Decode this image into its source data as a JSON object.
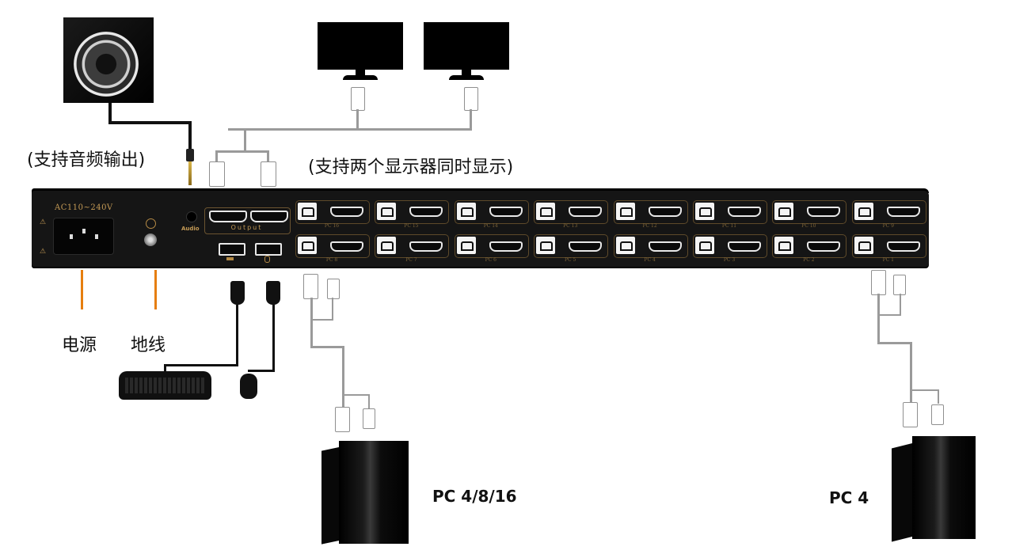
{
  "diagram": {
    "title": "KVM switch connection diagram",
    "annotations": {
      "audio_support": "(支持音频输出)",
      "dual_display_support": "(支持两个显示器同时显示)",
      "power": "电源",
      "ground": "地线",
      "pc_group": "PC  4/8/16",
      "pc_single": "PC 4"
    },
    "device": {
      "power_rating": "AC110~240V",
      "audio_label": "Audio",
      "output_label": "Output",
      "top_row_ports": [
        "PC 16",
        "PC 15",
        "PC 14",
        "PC 13",
        "PC 12",
        "PC 11",
        "PC 10",
        "PC 9"
      ],
      "bottom_row_ports": [
        "PC 8",
        "PC 7",
        "PC 6",
        "PC 5",
        "PC 4",
        "PC 3",
        "PC 2",
        "PC 1"
      ],
      "warning_symbol": "⚠"
    },
    "peripherals": [
      "speaker",
      "monitor",
      "monitor",
      "keyboard",
      "mouse",
      "pc-tower",
      "pc-tower"
    ],
    "colors": {
      "device_body": "#151515",
      "port_accent": "#c49a55",
      "leader_line": "#e67e0f",
      "cable_gray": "#9a9a9a",
      "cable_black": "#111111"
    }
  }
}
